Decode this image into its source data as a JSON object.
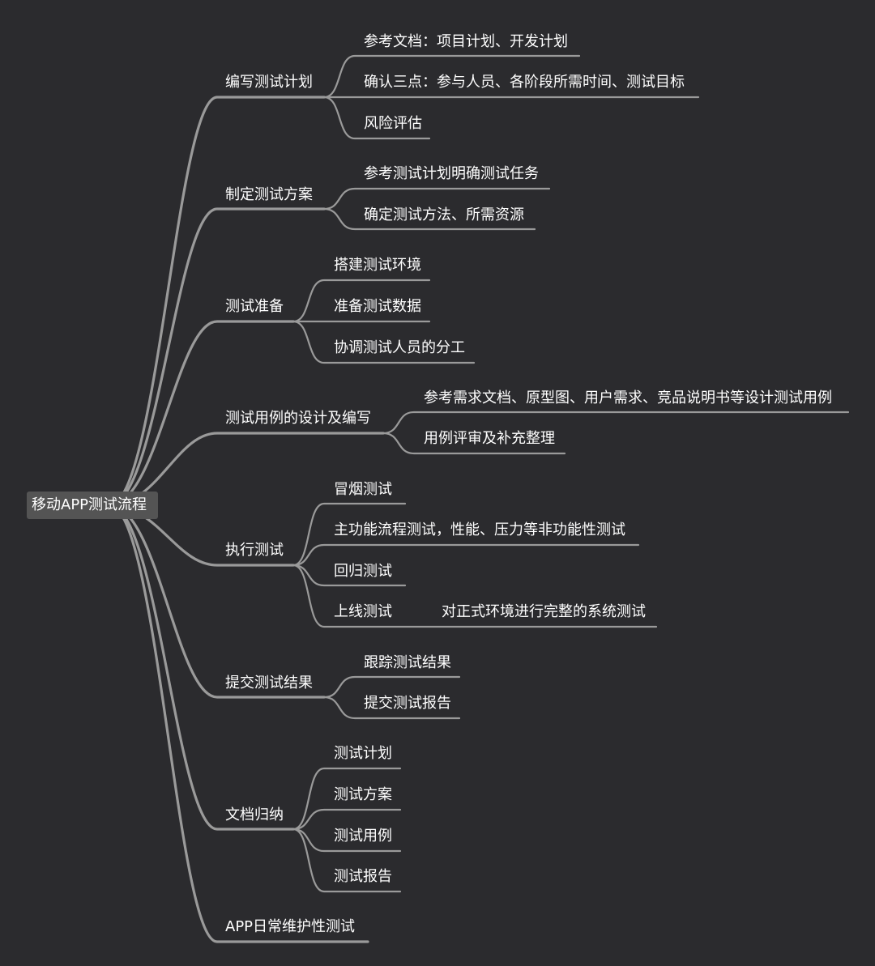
{
  "root": {
    "label": "移动APP测试流程"
  },
  "branches": [
    {
      "label": "编写测试计划",
      "children": [
        "参考文档：项目计划、开发计划",
        "确认三点：参与人员、各阶段所需时间、测试目标",
        "风险评估"
      ]
    },
    {
      "label": "制定测试方案",
      "children": [
        "参考测试计划明确测试任务",
        "确定测试方法、所需资源"
      ]
    },
    {
      "label": "测试准备",
      "children": [
        "搭建测试环境",
        "准备测试数据",
        "协调测试人员的分工"
      ]
    },
    {
      "label": "测试用例的设计及编写",
      "children": [
        "参考需求文档、原型图、用户需求、竞品说明书等设计测试用例",
        "用例评审及补充整理"
      ]
    },
    {
      "label": "执行测试",
      "children": [
        "冒烟测试",
        "主功能流程测试，性能、压力等非功能性测试",
        "回归测试",
        "上线测试"
      ]
    },
    {
      "label": "提交测试结果",
      "children": [
        "跟踪测试结果",
        "提交测试报告"
      ]
    },
    {
      "label": "文档归纳",
      "children": [
        "测试计划",
        "测试方案",
        "测试用例",
        "测试报告"
      ]
    },
    {
      "label": "APP日常维护性测试",
      "children": []
    }
  ],
  "notes": [
    {
      "label": "对正式环境进行完整的系统测试"
    }
  ],
  "colors": {
    "background": "#2b2b2e",
    "line": "#9a9a9a",
    "root_box": "#545454",
    "text": "#ffffff"
  }
}
